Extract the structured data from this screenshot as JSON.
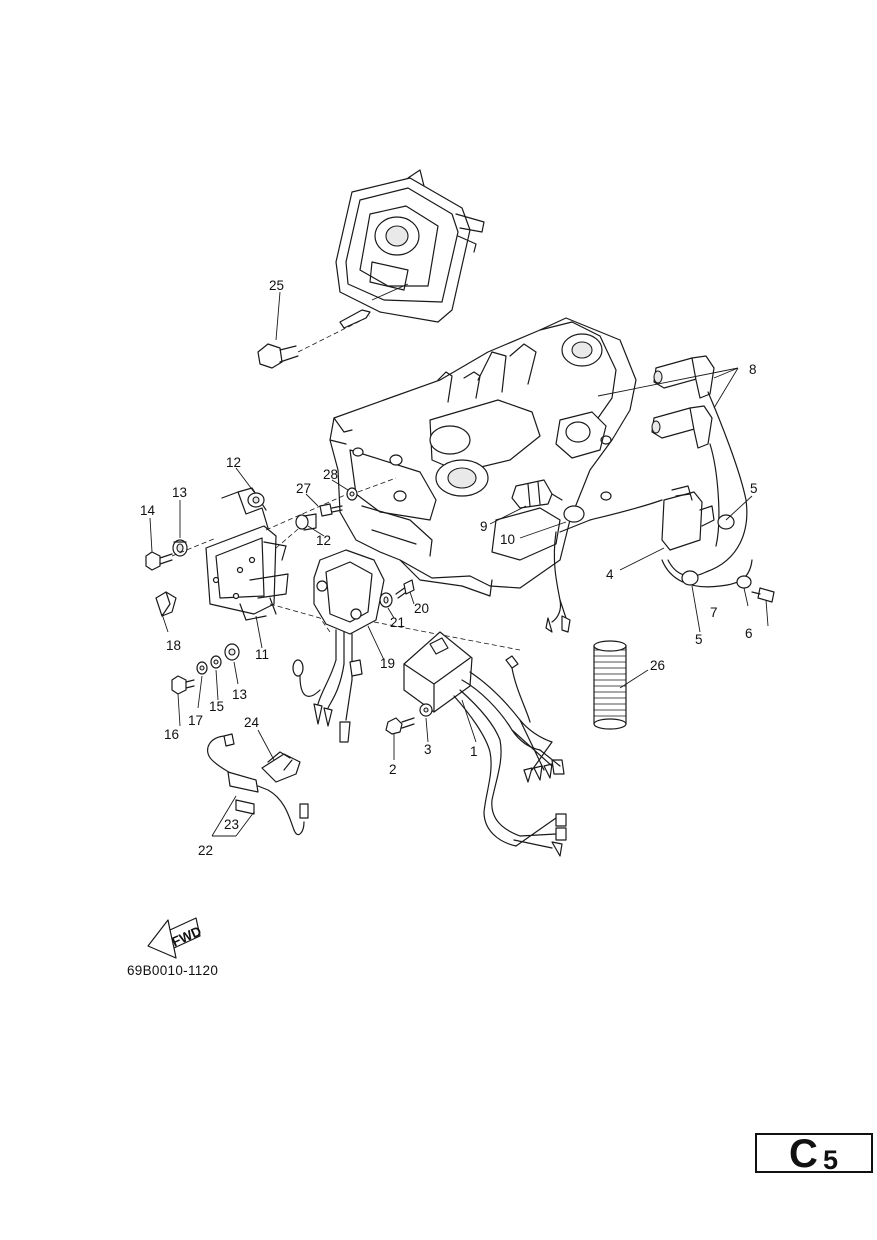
{
  "diagram": {
    "code": "69B0010-1120",
    "fwd_label": "FWD",
    "page": {
      "letter": "C",
      "number": "5"
    },
    "callouts": [
      {
        "id": "c1",
        "text": "1"
      },
      {
        "id": "c2",
        "text": "2"
      },
      {
        "id": "c3",
        "text": "3"
      },
      {
        "id": "c4",
        "text": "4"
      },
      {
        "id": "c5a",
        "text": "5"
      },
      {
        "id": "c5b",
        "text": "5"
      },
      {
        "id": "c6",
        "text": "6"
      },
      {
        "id": "c7",
        "text": "7"
      },
      {
        "id": "c8",
        "text": "8"
      },
      {
        "id": "c9",
        "text": "9"
      },
      {
        "id": "c10",
        "text": "10"
      },
      {
        "id": "c11",
        "text": "11"
      },
      {
        "id": "c12a",
        "text": "12"
      },
      {
        "id": "c12b",
        "text": "12"
      },
      {
        "id": "c13a",
        "text": "13"
      },
      {
        "id": "c13b",
        "text": "13"
      },
      {
        "id": "c14",
        "text": "14"
      },
      {
        "id": "c15",
        "text": "15"
      },
      {
        "id": "c16",
        "text": "16"
      },
      {
        "id": "c17",
        "text": "17"
      },
      {
        "id": "c18",
        "text": "18"
      },
      {
        "id": "c19",
        "text": "19"
      },
      {
        "id": "c20",
        "text": "20"
      },
      {
        "id": "c21",
        "text": "21"
      },
      {
        "id": "c22",
        "text": "22"
      },
      {
        "id": "c23",
        "text": "23"
      },
      {
        "id": "c24",
        "text": "24"
      },
      {
        "id": "c25",
        "text": "25"
      },
      {
        "id": "c26",
        "text": "26"
      },
      {
        "id": "c27",
        "text": "27"
      },
      {
        "id": "c28",
        "text": "28"
      }
    ]
  }
}
